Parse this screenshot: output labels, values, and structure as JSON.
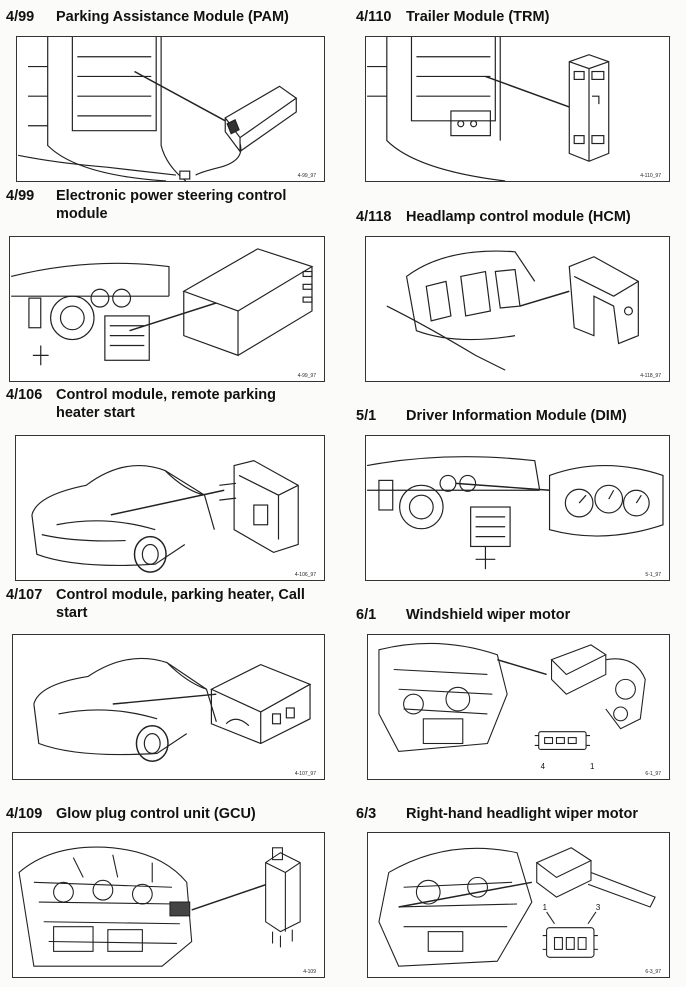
{
  "sections": [
    {
      "code": "4/99",
      "title": "Parking Assistance Module (PAM)",
      "figure_ref": "4-99_97"
    },
    {
      "code": "4/110",
      "title": "Trailer Module (TRM)",
      "figure_ref": "4-110_97"
    },
    {
      "code": "4/99",
      "title": "Electronic power steering control module",
      "figure_ref": "4-99_97"
    },
    {
      "code": "4/118",
      "title": "Headlamp control module (HCM)",
      "figure_ref": "4-118_97"
    },
    {
      "code": "4/106",
      "title": "Control module, remote parking heater start",
      "figure_ref": "4-106_97"
    },
    {
      "code": "5/1",
      "title": "Driver Information Module (DIM)",
      "figure_ref": "5-1_97"
    },
    {
      "code": "4/107",
      "title": "Control module, parking heater, Call start",
      "figure_ref": "4-107_97"
    },
    {
      "code": "6/1",
      "title": "Windshield wiper motor",
      "figure_ref": "6-1_97",
      "pins": [
        "4",
        "1"
      ]
    },
    {
      "code": "4/109",
      "title": "Glow plug control unit (GCU)",
      "figure_ref": "4-109"
    },
    {
      "code": "6/3",
      "title": "Right-hand headlight wiper motor",
      "figure_ref": "6-3_97",
      "pins": [
        "1",
        "3"
      ]
    }
  ]
}
